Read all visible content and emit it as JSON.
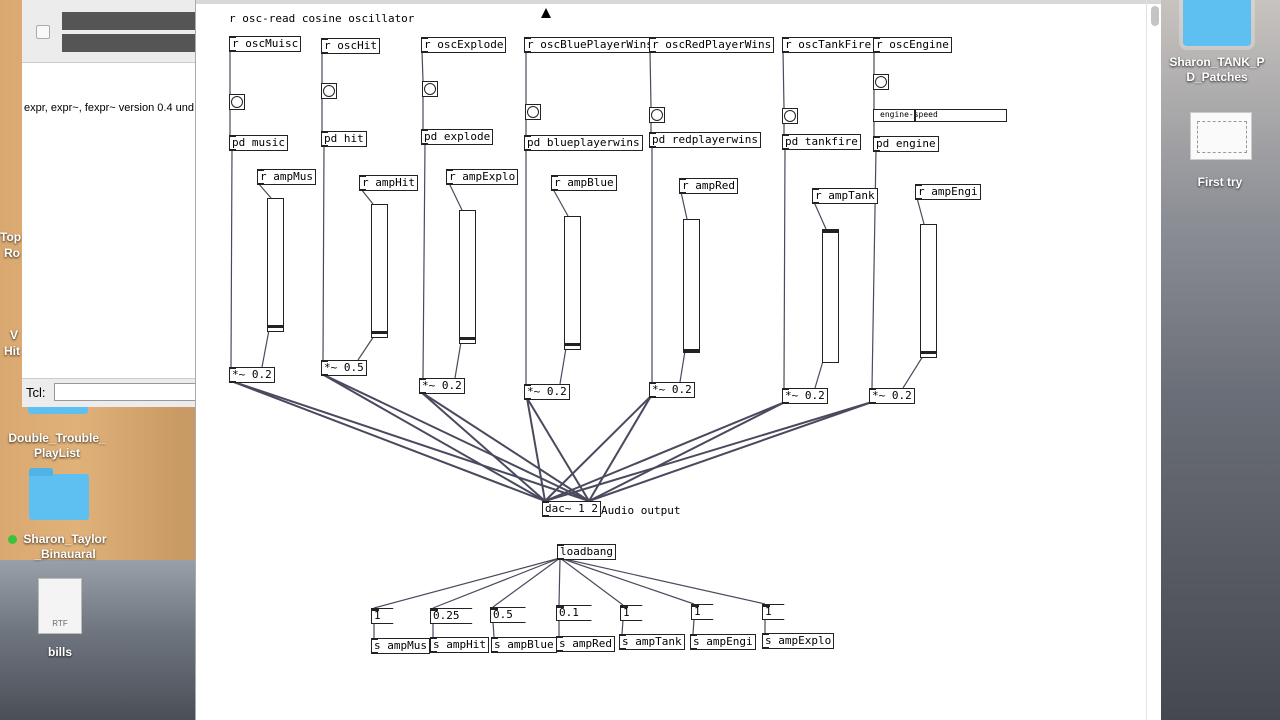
{
  "desktop": {
    "left_partial": [
      "Top",
      "Ro",
      "V",
      "Hit"
    ],
    "items": [
      {
        "label": "Double_Trouble_\nPlayList",
        "type": "folder"
      },
      {
        "label": "Sharon_Taylor\n_Binauaral",
        "type": "folder"
      },
      {
        "label": "bills",
        "type": "file",
        "ext": "RTF"
      },
      {
        "label": "Sharon_TANK_P\nD_Patches",
        "type": "folder"
      },
      {
        "label": "First try",
        "type": "file"
      }
    ]
  },
  "pd_main": {
    "console_text": "expr, expr~, fexpr~ version 0.4 und",
    "tcl_label": "Tcl:",
    "tcl_value": ""
  },
  "patch": {
    "header_comment": "r osc-read cosine oscillator",
    "receives": [
      "r oscMuisc",
      "r oscHit",
      "r oscExplode",
      "r oscBluePlayerWins",
      "r oscRedPlayerWins",
      "r oscTankFire",
      "r oscEngine"
    ],
    "subpatches": [
      "pd music",
      "pd hit",
      "pd explode",
      "pd blueplayerwins",
      "pd redplayerwins",
      "pd tankfire",
      "pd engine"
    ],
    "amp_receives": [
      "r ampMus",
      "r ampHit",
      "r ampExplo",
      "r ampBlue",
      "r ampRed",
      "r ampTank",
      "r ampEngi"
    ],
    "multipliers": [
      "*~ 0.2",
      "*~ 0.5",
      "*~ 0.2",
      "*~ 0.2",
      "*~ 0.2",
      "*~ 0.2",
      "*~ 0.2"
    ],
    "slider_levels": [
      0.02,
      0.02,
      0.02,
      0.02,
      0.0,
      1.0,
      0.02
    ],
    "engine_slider": {
      "label": "engine-speed",
      "value": 0.31
    },
    "dac": "dac~ 1 2",
    "dac_comment": "Audio output",
    "loadbang": "loadbang",
    "init_messages": [
      "1",
      "0.25",
      "0.5",
      "0.1",
      "1",
      "1",
      "1"
    ],
    "sends": [
      "s ampMus",
      "s ampHit",
      "s ampBlue",
      "s ampRed",
      "s ampTank",
      "s ampEngi",
      "s ampExplo"
    ]
  },
  "colors": {
    "patch_cord": "#4a4a5e",
    "object_border": "#222222"
  }
}
